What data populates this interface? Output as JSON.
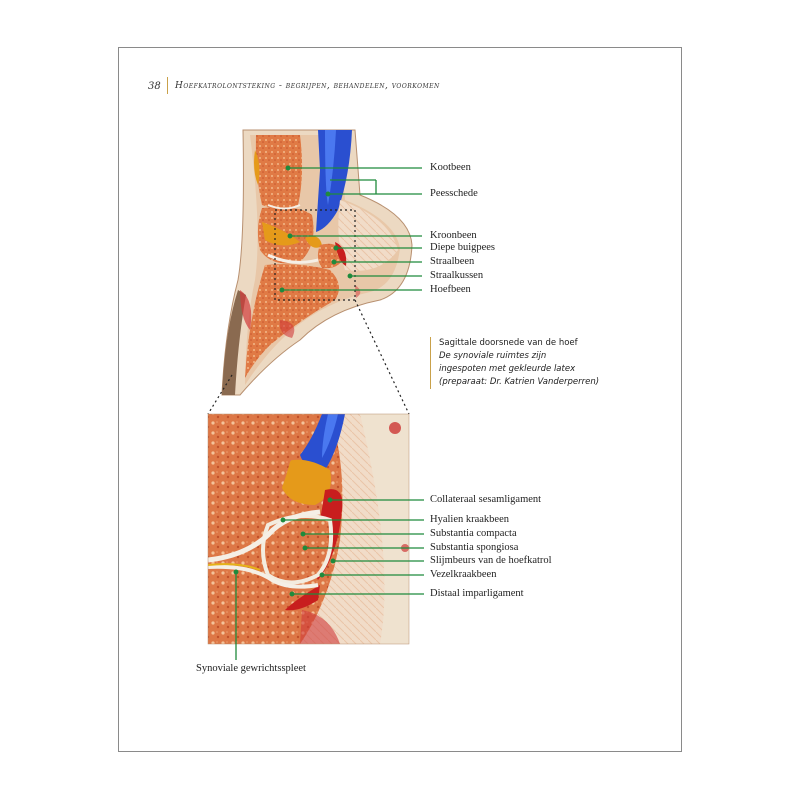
{
  "header": {
    "page_number": "38",
    "running_title": "Hoefkatrolontsteking - begrijpen, behandelen, voorkomen"
  },
  "top_labels": [
    "Kootbeen",
    "Peesschede",
    "Kroonbeen",
    "Diepe buigpees",
    "Straalbeen",
    "Straalkussen",
    "Hoefbeen"
  ],
  "caption": {
    "title": "Sagittale doorsnede van de hoef",
    "line1": "De synoviale ruimtes zijn",
    "line2": "ingespoten met gekleurde latex",
    "line3": "(preparaat: Dr. Katrien Vanderperren)"
  },
  "detail_labels": [
    "Collateraal sesamligament",
    "Hyalien kraakbeen",
    "Substantia compacta",
    "Substantia spongiosa",
    "Slijmbeurs van de hoefkatrol",
    "Vezelkraakbeen",
    "Distaal imparligament"
  ],
  "bottom_label": "Synoviale gewrichtsspleet",
  "colors": {
    "leader_line": "#1f8a3c",
    "header_rule": "#c9a14a",
    "latex_blue": "#2a4fd0",
    "latex_yellow": "#e59a1a",
    "latex_red": "#c81e1e"
  }
}
